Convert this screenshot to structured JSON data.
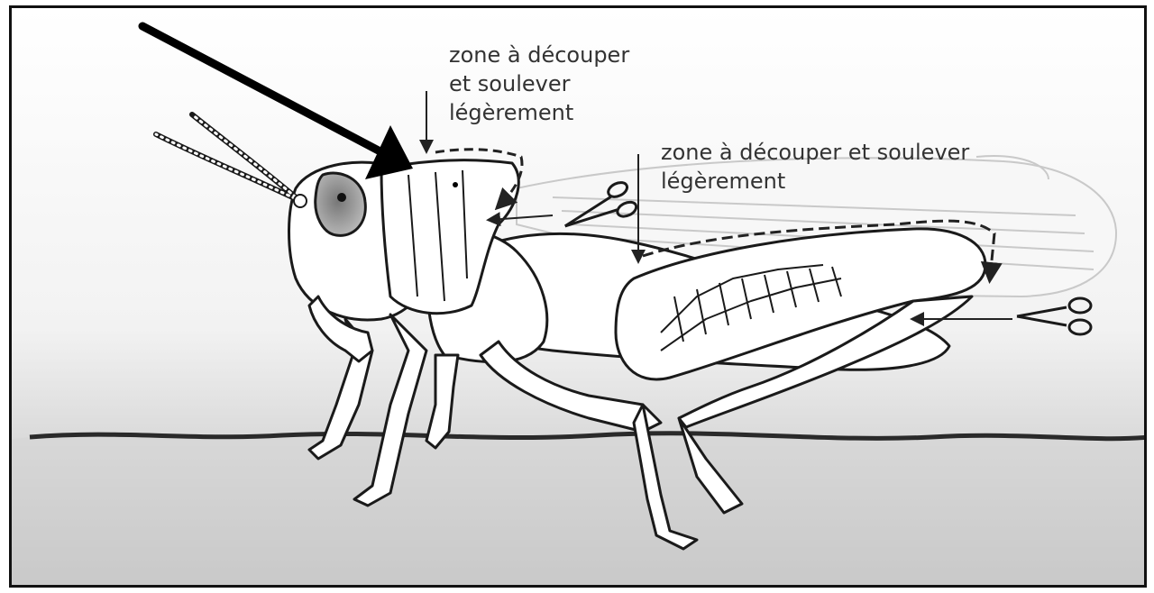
{
  "annotations": {
    "head_zone": {
      "lines": [
        "zone à découper",
        "et soulever",
        "légèrement"
      ]
    },
    "wing_zone": {
      "lines": [
        "zone à découper et soulever",
        "légèrement"
      ]
    }
  },
  "icons": [
    "arrow-icon",
    "scissors-icon",
    "scissors-icon"
  ],
  "colors": {
    "frame": "#111111",
    "drawing": "#1a1a1a",
    "wing": "#c9c9c9",
    "text": "#333333"
  }
}
